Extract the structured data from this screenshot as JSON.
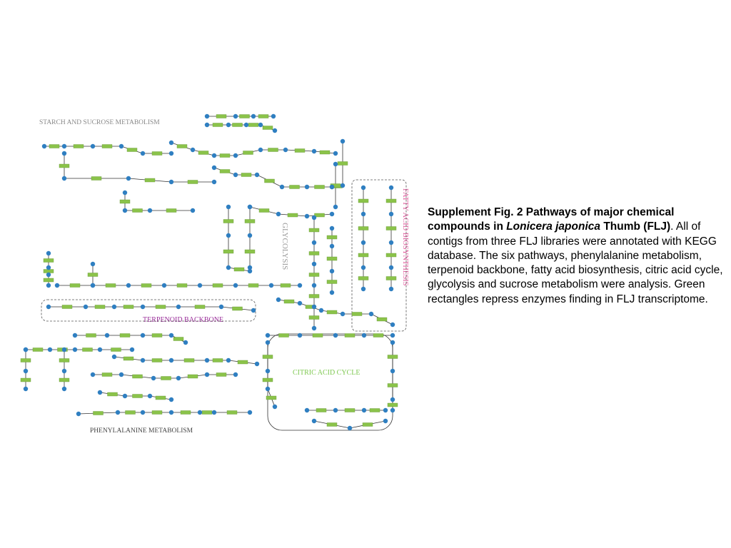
{
  "slide": {
    "caption": {
      "heading_part1": "Supplement Fig. 2 Pathways of major chemical compounds in ",
      "species": "Lonicera japonica",
      "heading_part2": " Thumb (FLJ)",
      "body": ". All of contigs from three FLJ libraries were annotated with KEGG database. The six pathways, phenylalanine metabolism, terpenoid backbone, fatty acid biosynthesis, citric acid cycle, glycolysis and sucrose metabolism were analysis. Green rectangles repress enzymes finding in FLJ transcriptome."
    },
    "diagram": {
      "pathway_labels": {
        "starch": "STARCH AND SUCROSE METABOLISM",
        "glycolysis": "GLYCOLYSIS",
        "fatty_acid": "FATTY ACID BIOSYNTHESIS",
        "terpenoid": "TERPENOID BACKBONE",
        "citric": "CITRIC ACID CYCLE",
        "phenylalanine": "PHENYLALANINE METABOLISM"
      },
      "colors": {
        "starch": "#888888",
        "glycolysis": "#999999",
        "fatty_acid": "#e0569a",
        "terpenoid": "#9a2f9a",
        "citric": "#7ec850",
        "phenylalanine": "#444444",
        "compound_node": "#2f7fc1",
        "enzyme_box": "#8bc34a",
        "edge": "#333333"
      },
      "legend_meaning": {
        "compound_node_icon": "compound-node-icon",
        "enzyme_box_icon": "enzyme-box-icon"
      }
    }
  }
}
